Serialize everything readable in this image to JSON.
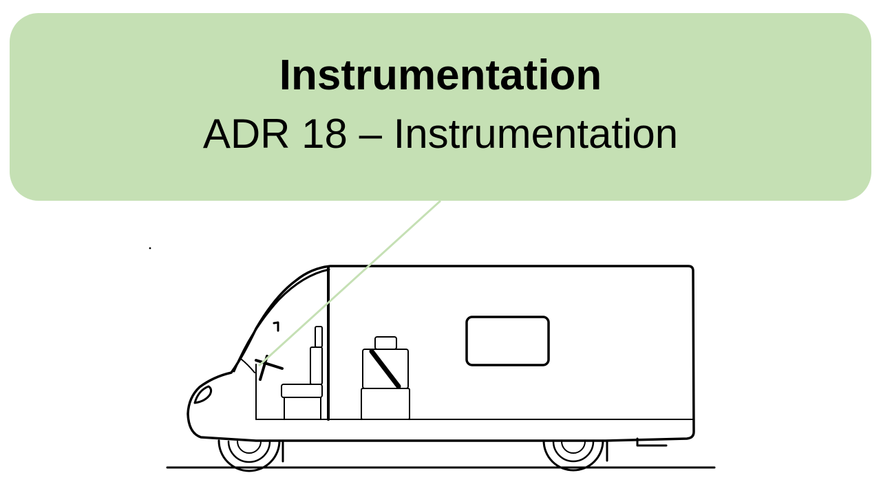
{
  "callout": {
    "title": "Instrumentation",
    "subtitle": "ADR 18 – Instrumentation"
  },
  "colors": {
    "callout_fill": "#c5e0b4",
    "callout_pointer": "#c5e0b4",
    "line_art": "#000000",
    "background": "#ffffff"
  },
  "illustration": {
    "subject": "motorhome-side-view-line-drawing",
    "highlight": "dashboard-instrument-cluster-icon"
  }
}
